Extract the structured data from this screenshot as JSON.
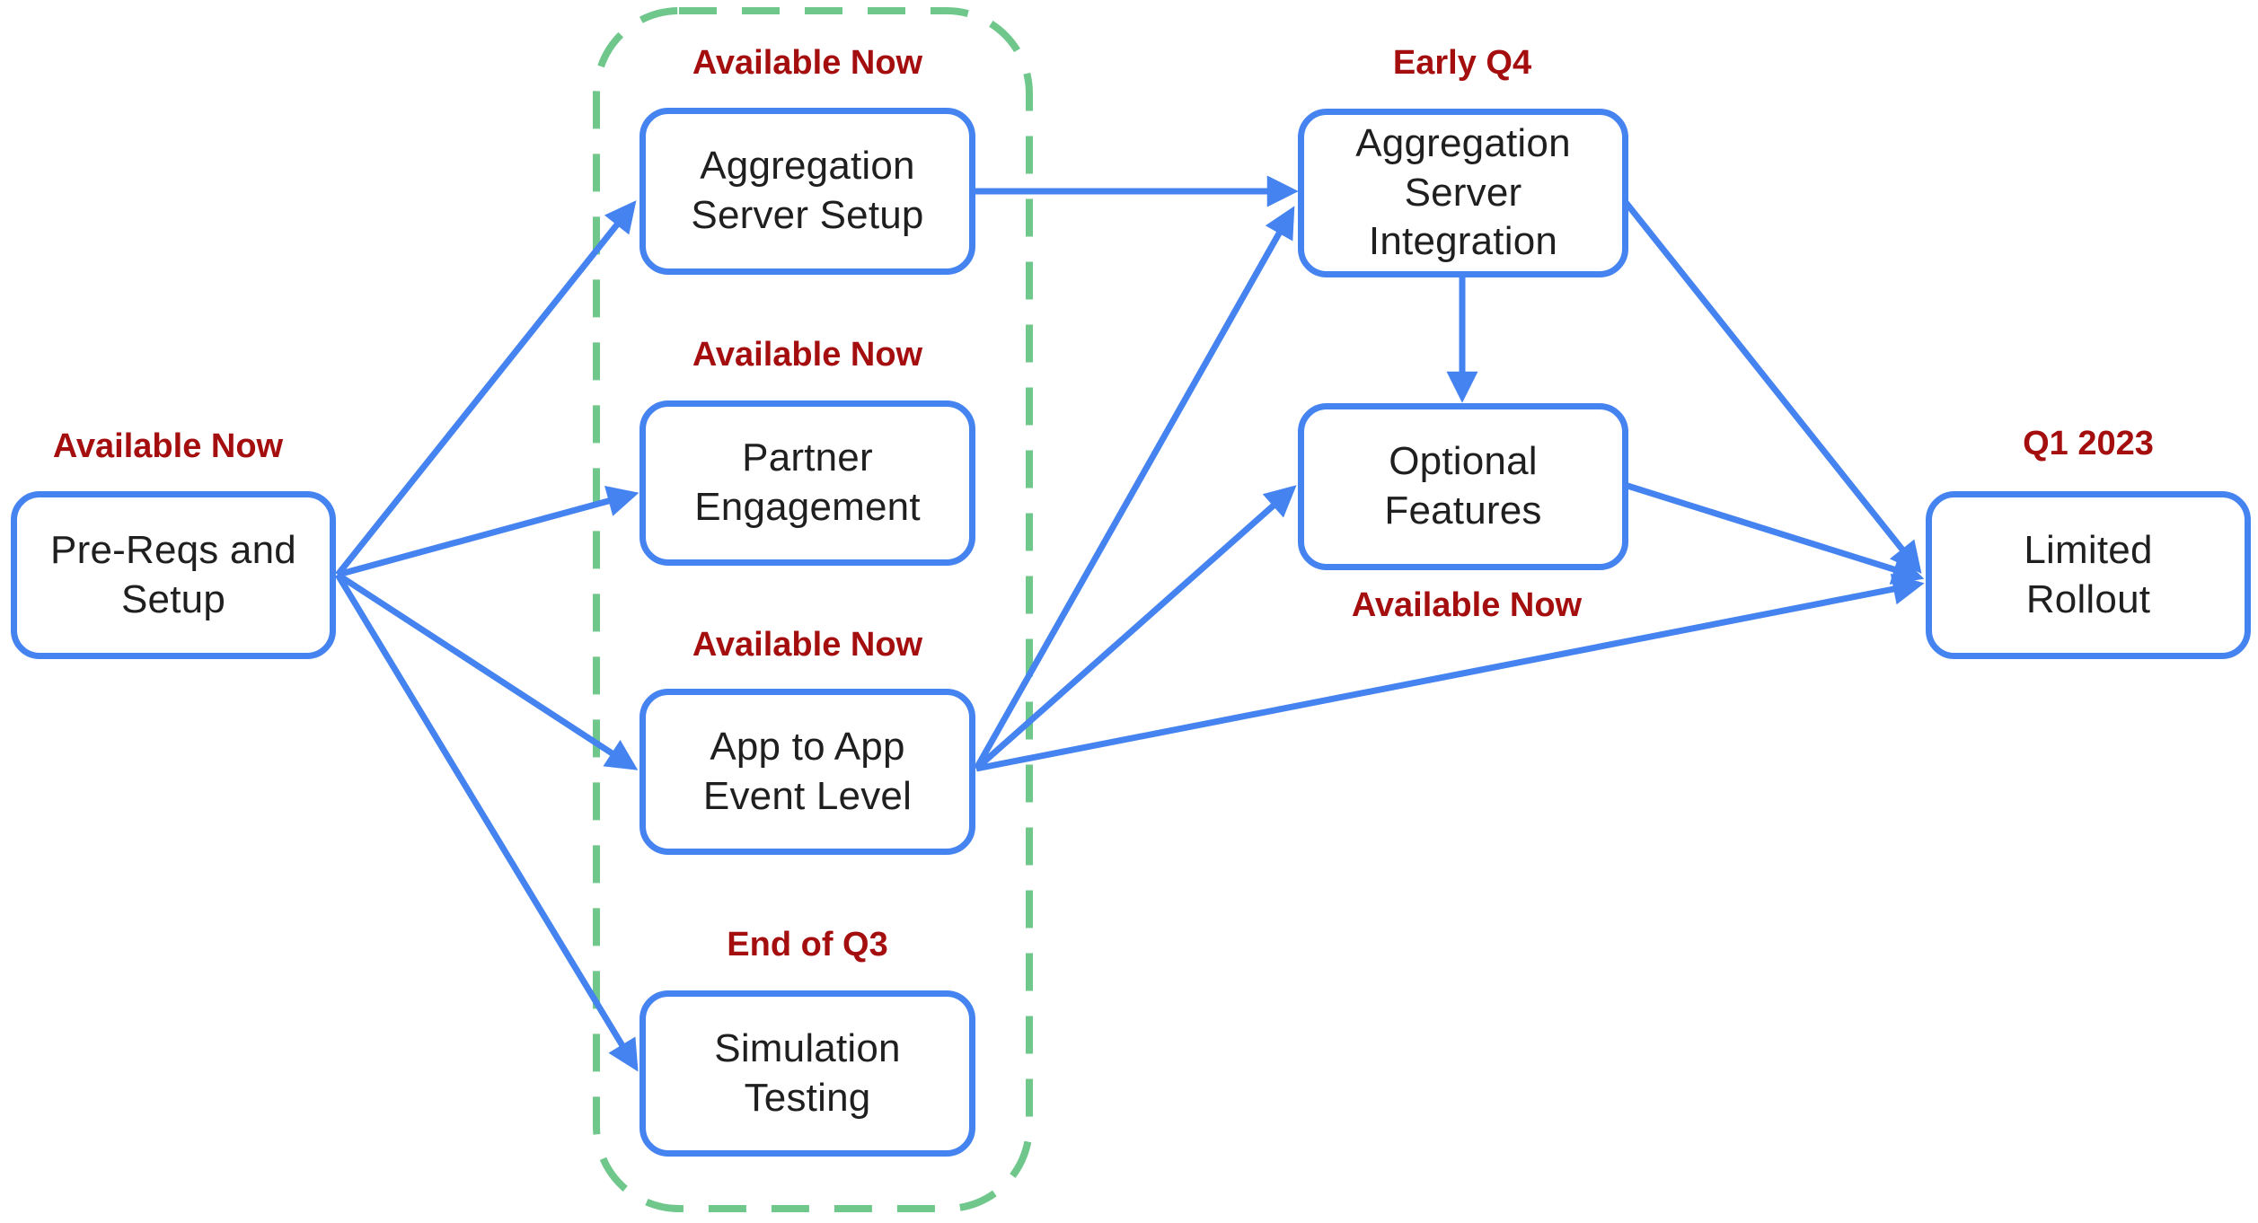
{
  "diagram": {
    "type": "roadmap-flowchart",
    "colors": {
      "node_border": "#4583F0",
      "arrow": "#4583F0",
      "group_border": "#6FC78B",
      "status_label": "#A50E0E",
      "node_text": "#1F1F1F",
      "background": "#FFFFFF"
    },
    "nodes": [
      {
        "id": "pre-reqs-and-setup",
        "label": "Pre-Reqs and\nSetup",
        "status": "Available Now"
      },
      {
        "id": "aggregation-server-setup",
        "label": "Aggregation\nServer Setup",
        "status": "Available Now"
      },
      {
        "id": "partner-engagement",
        "label": "Partner\nEngagement",
        "status": "Available Now"
      },
      {
        "id": "app-to-app-event-level",
        "label": "App to App\nEvent Level",
        "status": "Available Now"
      },
      {
        "id": "simulation-testing",
        "label": "Simulation\nTesting",
        "status": "End of Q3"
      },
      {
        "id": "aggregation-server-integration",
        "label": "Aggregation\nServer\nIntegration",
        "status": "Early Q4"
      },
      {
        "id": "optional-features",
        "label": "Optional\nFeatures",
        "status": "Available Now"
      },
      {
        "id": "limited-rollout",
        "label": "Limited\nRollout",
        "status": "Q1 2023"
      }
    ],
    "group": {
      "style": "green-dashed-outline",
      "contains": [
        "aggregation-server-setup",
        "partner-engagement",
        "app-to-app-event-level",
        "simulation-testing"
      ]
    },
    "edges": [
      {
        "from": "pre-reqs-and-setup",
        "to": "aggregation-server-setup"
      },
      {
        "from": "pre-reqs-and-setup",
        "to": "partner-engagement"
      },
      {
        "from": "pre-reqs-and-setup",
        "to": "app-to-app-event-level"
      },
      {
        "from": "pre-reqs-and-setup",
        "to": "simulation-testing"
      },
      {
        "from": "aggregation-server-setup",
        "to": "aggregation-server-integration"
      },
      {
        "from": "app-to-app-event-level",
        "to": "aggregation-server-integration"
      },
      {
        "from": "app-to-app-event-level",
        "to": "optional-features"
      },
      {
        "from": "app-to-app-event-level",
        "to": "limited-rollout"
      },
      {
        "from": "aggregation-server-integration",
        "to": "optional-features"
      },
      {
        "from": "aggregation-server-integration",
        "to": "limited-rollout"
      },
      {
        "from": "optional-features",
        "to": "limited-rollout"
      }
    ]
  }
}
